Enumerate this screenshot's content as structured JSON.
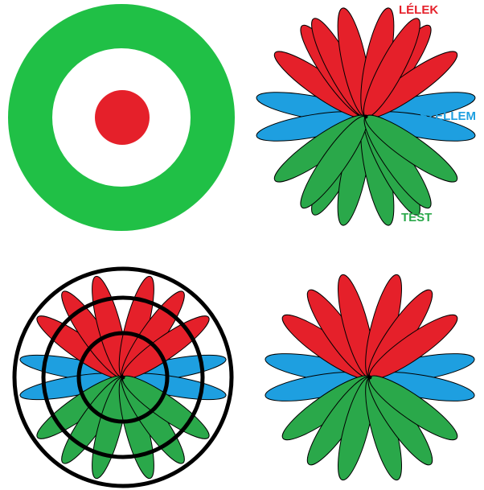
{
  "colors": {
    "green": "#20c046",
    "red": "#e5202a",
    "blue": "#1e9fe0",
    "petal_green": "#2aa84a",
    "black": "#000000",
    "white": "#ffffff"
  },
  "labels": {
    "soul": "LÉLEK",
    "spirit": "SZELLEM",
    "body": "TEST"
  },
  "flower": {
    "red_angles": [
      -70,
      -55,
      -40,
      -25
    ],
    "blue_angles": [
      -10,
      10
    ],
    "green_angles": [
      25,
      40,
      55,
      70
    ]
  }
}
